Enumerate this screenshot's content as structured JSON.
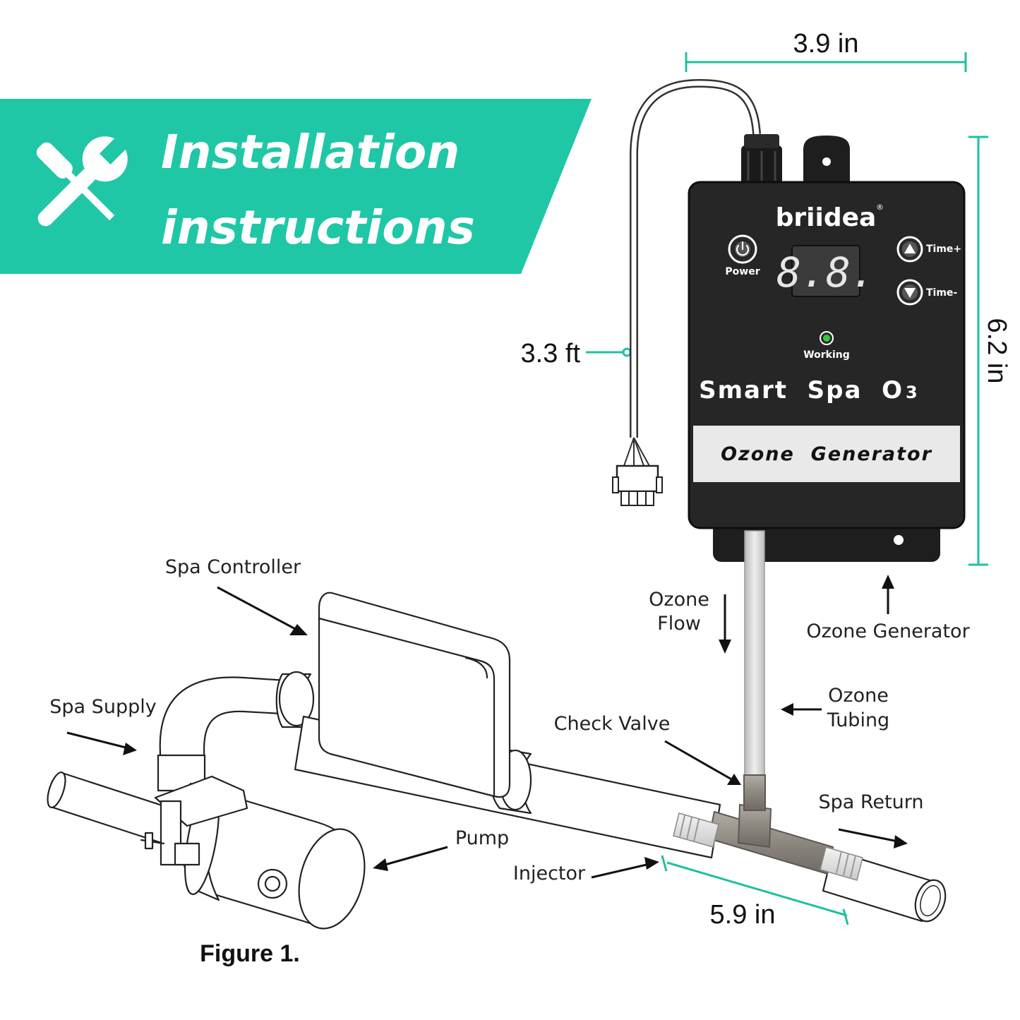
{
  "banner": {
    "title_line1": "Installation",
    "title_line2": "instructions",
    "color": "#1fc7a6",
    "icon": "tools-icon"
  },
  "device": {
    "brand": "briidea",
    "brand_mark": "®",
    "power_label": "Power",
    "time_up_label": "Time+",
    "time_down_label": "Time-",
    "display_value": "8.8.",
    "working_label": "Working",
    "model_name": "Smart  Spa  O",
    "model_subscript": "3",
    "strip_label": "Ozone  Generator"
  },
  "dimensions": {
    "width": "3.9 in",
    "height": "6.2 in",
    "cable_length": "3.3 ft",
    "injector_length": "5.9 in"
  },
  "labels": {
    "spa_controller": "Spa Controller",
    "spa_supply": "Spa Supply",
    "pump": "Pump",
    "check_valve": "Check Valve",
    "injector": "Injector",
    "spa_return": "Spa Return",
    "ozone_flow_1": "Ozone",
    "ozone_flow_2": "Flow",
    "ozone_tubing_1": "Ozone",
    "ozone_tubing_2": "Tubing",
    "ozone_generator": "Ozone Generator"
  },
  "caption": "Figure 1.",
  "colors": {
    "accent": "#1fc0a0",
    "device_body": "#262626"
  }
}
